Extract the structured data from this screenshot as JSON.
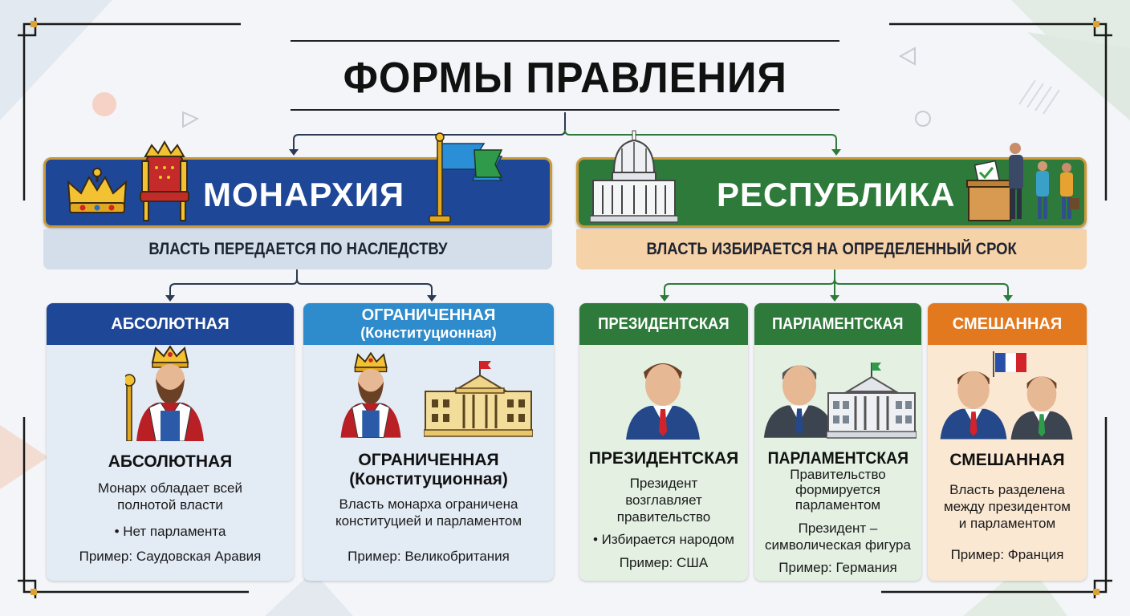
{
  "title": "ФОРМЫ ПРАВЛЕНИЯ",
  "colors": {
    "monarchy_blue": "#1f4797",
    "republic_green": "#2e7a3b",
    "gold": "#c99a3a",
    "mixed_orange": "#e3791e",
    "limited_blue": "#2e8bcc"
  },
  "monarchy": {
    "label": "МОНАРХИЯ",
    "subtitle": "ВЛАСТЬ ПЕРЕДАЕТСЯ ПО НАСЛЕДСТВУ",
    "icons": [
      "crown-icon",
      "throne-icon",
      "flag-icon"
    ],
    "types": [
      {
        "header": "АБСОЛЮТНАЯ",
        "title": "АБСОЛЮТНАЯ",
        "desc": [
          "Монарх обладает всей",
          "полнотой власти"
        ],
        "bullet": "• Нет парламента",
        "example": "Пример: Саудовская Аравия"
      },
      {
        "header": "ОГРАНИЧЕННАЯ",
        "header_sub": "(Конституционная)",
        "title": "ОГРАНИЧЕННАЯ",
        "title_sub": "(Конституционная)",
        "desc": [
          "Власть монарха ограничена",
          "конституцией и парламентом"
        ],
        "example": "Пример: Великобритания"
      }
    ]
  },
  "republic": {
    "label": "РЕСПУБЛИКА",
    "subtitle": "ВЛАСТЬ ИЗБИРАЕТСЯ НА ОПРЕДЕЛЕННЫЙ СРОК",
    "icons": [
      "capitol-icon",
      "ballot-box-icon",
      "voters-icon"
    ],
    "types": [
      {
        "header": "ПРЕЗИДЕНТСКАЯ",
        "title": "ПРЕЗИДЕНТСКАЯ",
        "desc": [
          "Президент",
          "возглавляет",
          "правительство"
        ],
        "bullet": "• Избирается народом",
        "example": "Пример: США"
      },
      {
        "header": "ПАРЛАМЕНТСКАЯ",
        "title": "ПАРЛАМЕНТСКАЯ",
        "desc": [
          "Правительство",
          "формируется",
          "парламентом"
        ],
        "desc2": [
          "Президент –",
          "символическая фигура"
        ],
        "example": "Пример: Германия"
      },
      {
        "header": "СМЕШАННАЯ",
        "title": "СМЕШАННАЯ",
        "desc": [
          "Власть разделена",
          "между президентом",
          "и парламентом"
        ],
        "example": "Пример: Франция"
      }
    ]
  }
}
